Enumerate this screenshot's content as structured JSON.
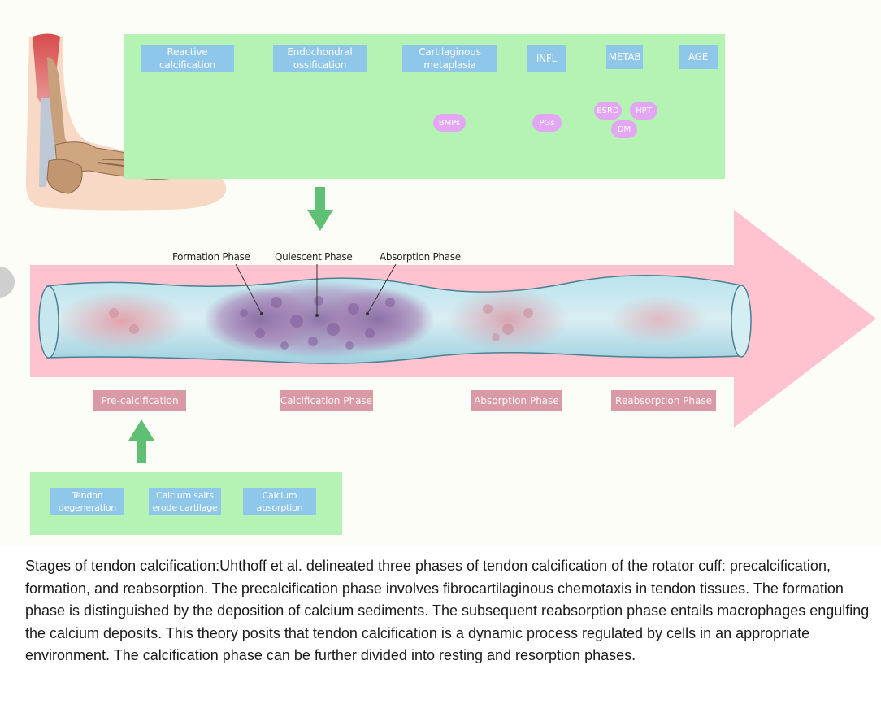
{
  "factors": [
    {
      "id": "reactive",
      "label": "Reactive calcification"
    },
    {
      "id": "endochondral",
      "label": "Endochondral ossification"
    },
    {
      "id": "cartilaginous",
      "label": "Cartilaginous metaplasia",
      "mediators": [
        "BMPs"
      ]
    },
    {
      "id": "infl",
      "label": "INFL",
      "mediators": [
        "PGs"
      ]
    },
    {
      "id": "metab",
      "label": "METAB",
      "mediators": [
        "ESRD",
        "HPT",
        "DM"
      ]
    },
    {
      "id": "age",
      "label": "AGE"
    }
  ],
  "tendon_phases": [
    "Formation Phase",
    "Quiescent Phase",
    "Absorption Phase"
  ],
  "stages": [
    "Pre-calcification",
    "Calcification Phase",
    "Absorption Phase",
    "Reabsorption Phase"
  ],
  "precalcification_causes": [
    "Tendon degeneration",
    "Calcium salts erode cartilage",
    "Calcium absorption"
  ],
  "caption": "Stages of tendon calcification:Uhthoff et al. delineated three phases of tendon calcification of the rotator cuff: precalcification, formation, and reabsorption. The precalcification phase involves fibrocartilaginous chemotaxis in tendon tissues. The formation phase is distinguished by the deposition of calcium sediments. The subsequent reabsorption phase entails macrophages engulfing the calcium deposits. This theory posits that tendon calcification is a dynamic process regulated by cells in an appropriate environment. The calcification phase can be further divided into resting and resorption phases.",
  "colors": {
    "panel_green": "#b5f3b5",
    "box_blue": "#8fc7ea",
    "pill_purple": "#e3a6f2",
    "arrow_pink": "#ffc2cf",
    "stage_pink": "#d99aa6",
    "arrow_green": "#5fbf73"
  }
}
